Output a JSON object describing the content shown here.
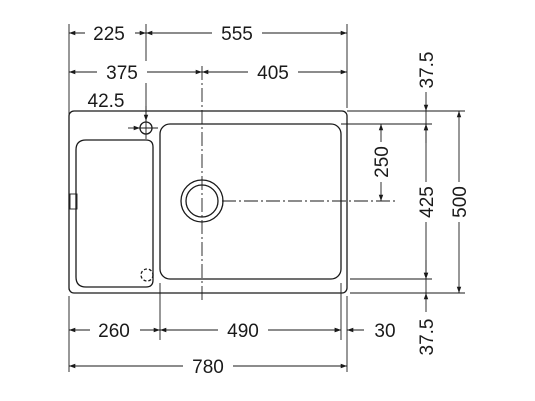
{
  "dimensions": {
    "top_left_width": "225",
    "top_right_width": "555",
    "drain_left": "375",
    "drain_right": "405",
    "tap_hole_offset": "42.5",
    "top_margin": "37.5",
    "bowl_to_drain": "250",
    "bowl_depth": "425",
    "overall_depth": "500",
    "drainer_width": "260",
    "bowl_width": "490",
    "right_margin": "30",
    "bottom_margin": "37.5",
    "overall_width": "780"
  }
}
